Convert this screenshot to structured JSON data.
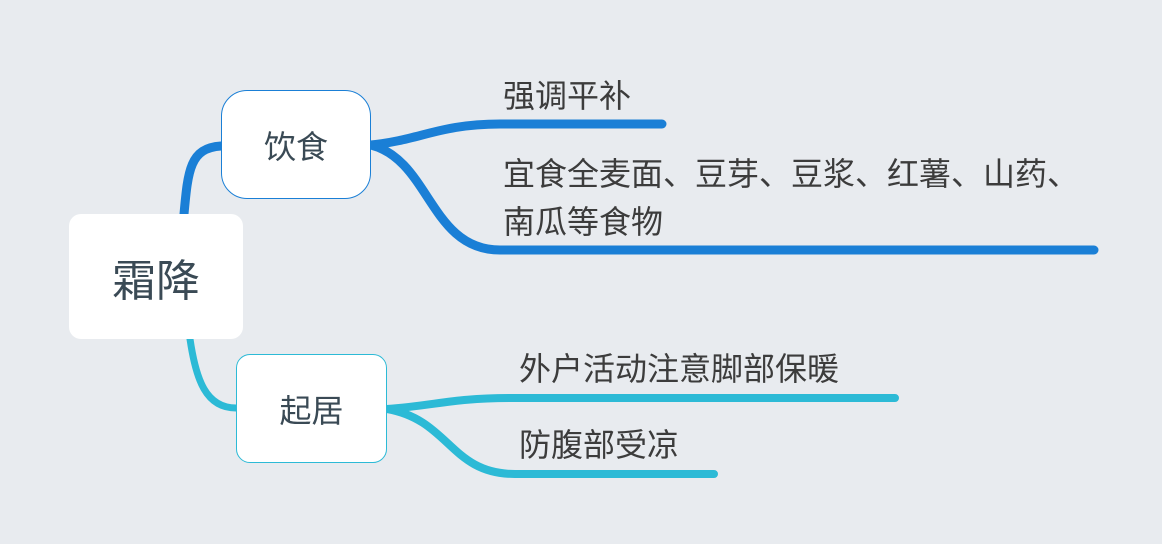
{
  "mindmap": {
    "root": {
      "label": "霜降"
    },
    "branches": [
      {
        "label": "饮食",
        "color": "#1a7fd6",
        "children": [
          {
            "label": "强调平补"
          },
          {
            "label": "宜食全麦面、豆芽、豆浆、红薯、山药、南瓜等食物"
          }
        ]
      },
      {
        "label": "起居",
        "color": "#2cbad6",
        "children": [
          {
            "label": "外户活动注意脚部保暖"
          },
          {
            "label": "防腹部受凉"
          }
        ]
      }
    ]
  }
}
